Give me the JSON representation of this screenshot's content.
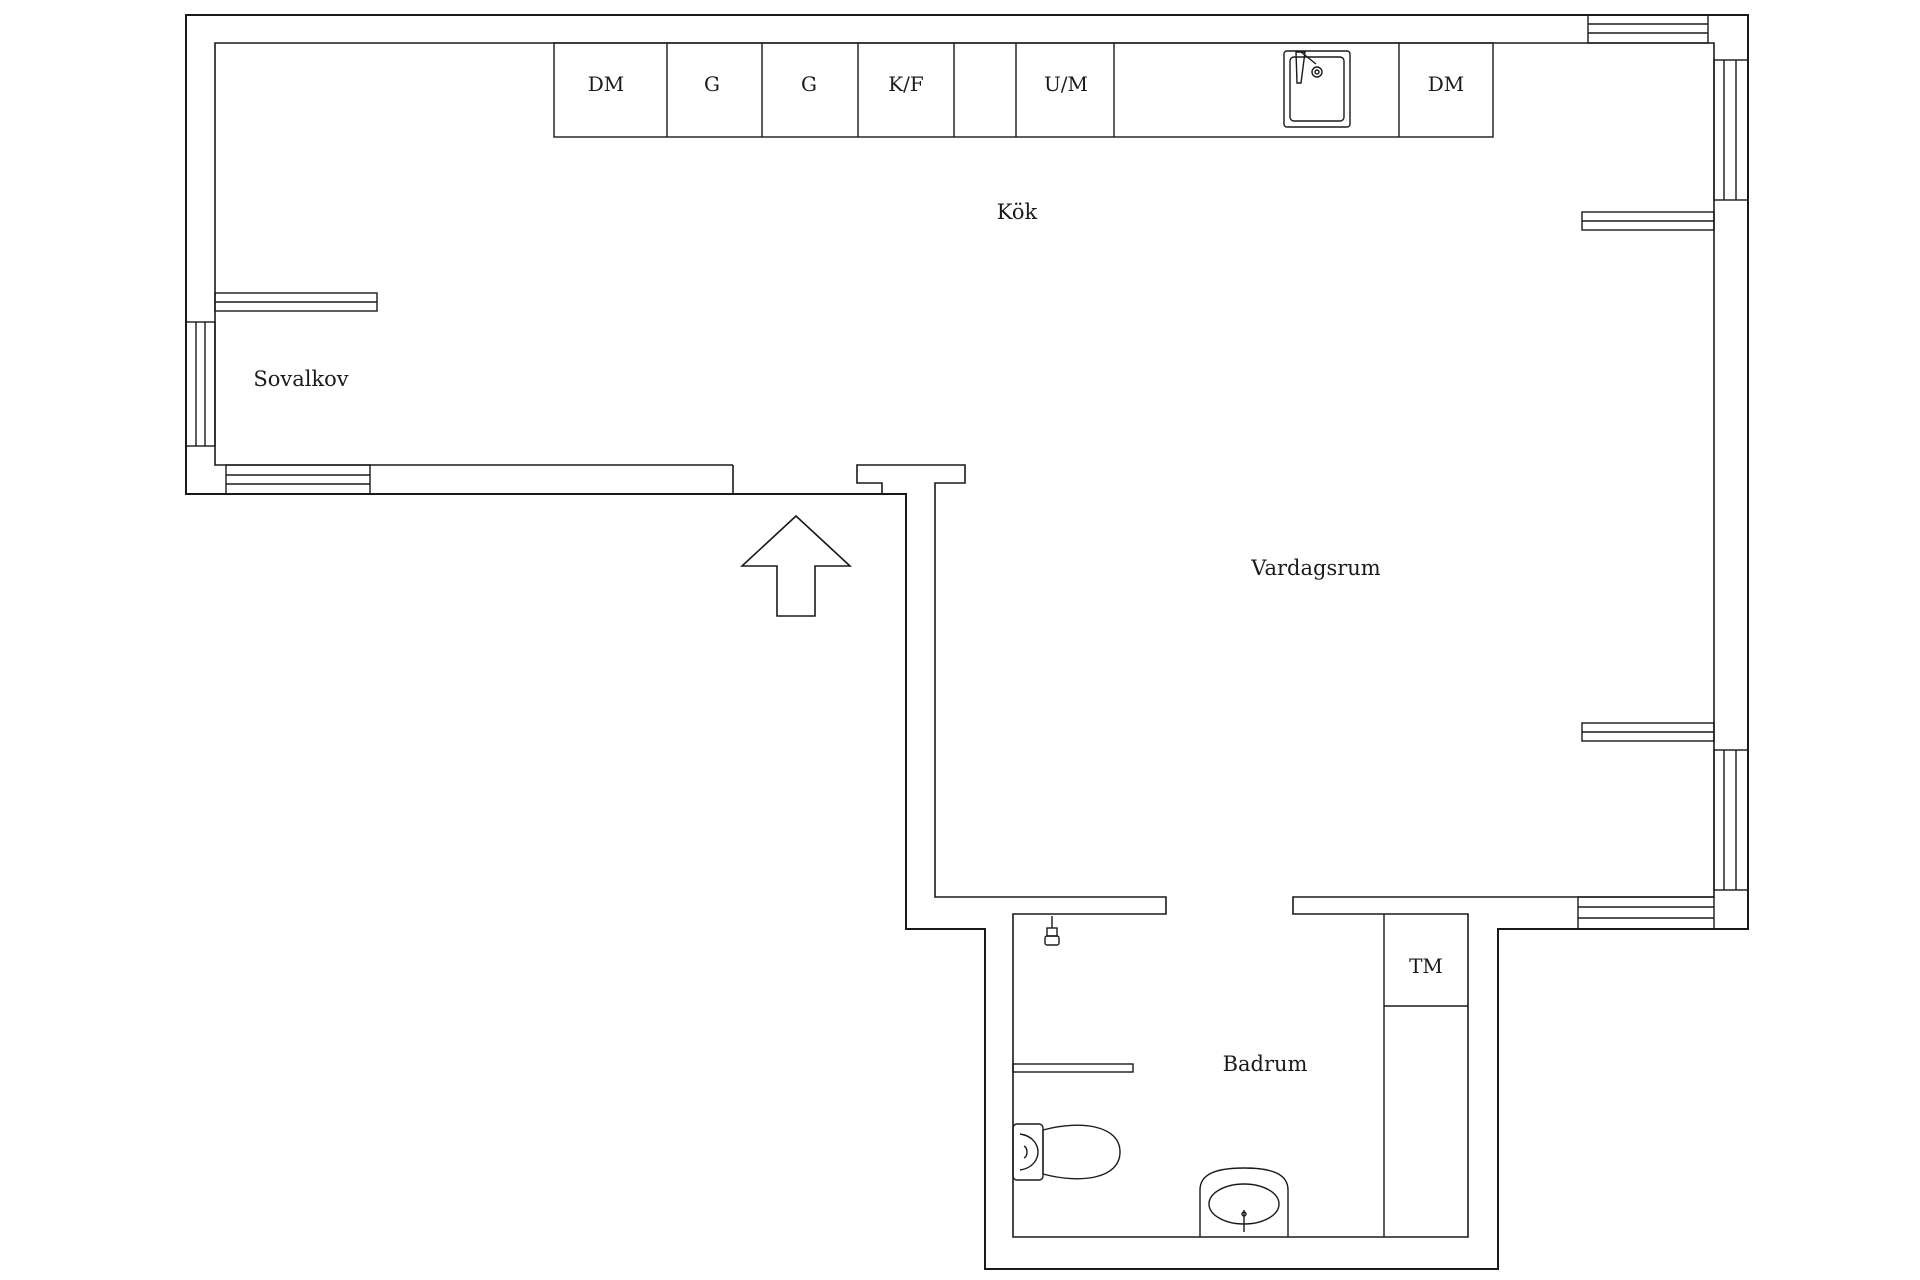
{
  "rooms": {
    "kitchen": "Kök",
    "sleeping_alcove": "Sovalkov",
    "living_room": "Vardagsrum",
    "bathroom": "Badrum"
  },
  "kitchen_units": [
    "DM",
    "G",
    "G",
    "K/F",
    "",
    "U/M",
    "",
    "DM"
  ],
  "bathroom_units": {
    "washing_machine": "TM"
  },
  "icons": {
    "entrance": "entrance-arrow-icon",
    "sink": "kitchen-sink-icon",
    "toilet": "toilet-icon",
    "washbasin": "washbasin-icon",
    "shower": "shower-head-icon"
  },
  "colors": {
    "line": "#1a1a1a",
    "background": "#ffffff"
  }
}
